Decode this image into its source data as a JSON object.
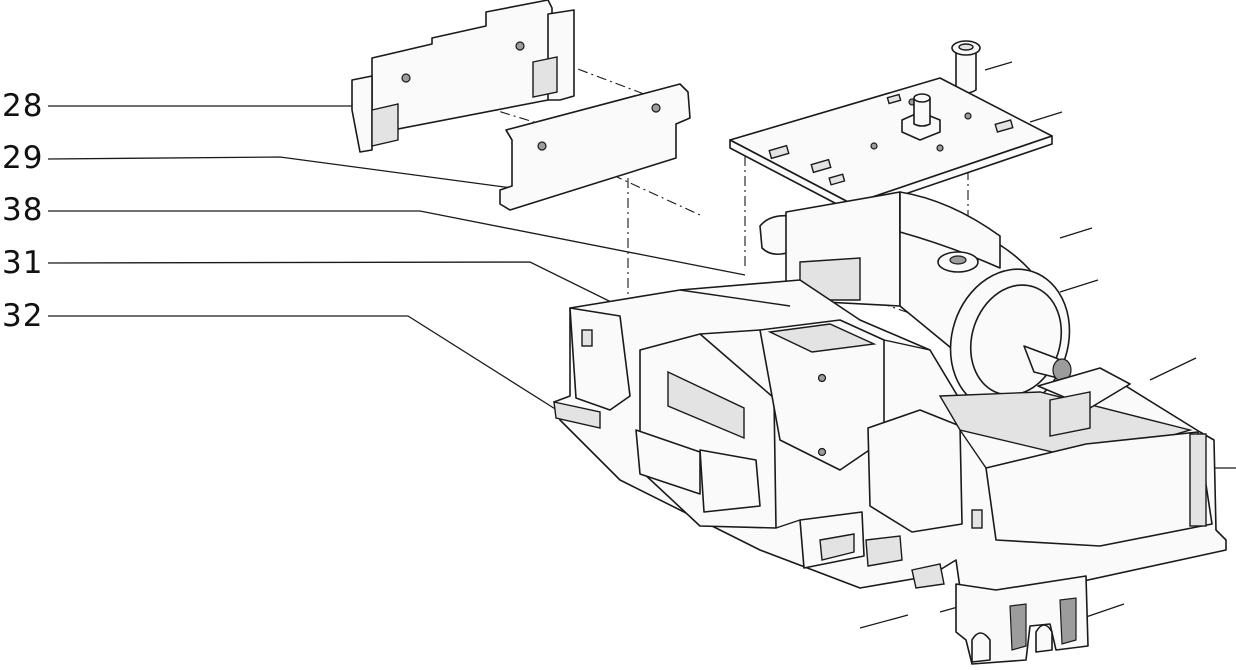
{
  "figure": {
    "callouts": [
      {
        "label": "28"
      },
      {
        "label": "29"
      },
      {
        "label": "38"
      },
      {
        "label": "31"
      },
      {
        "label": "32"
      }
    ]
  }
}
